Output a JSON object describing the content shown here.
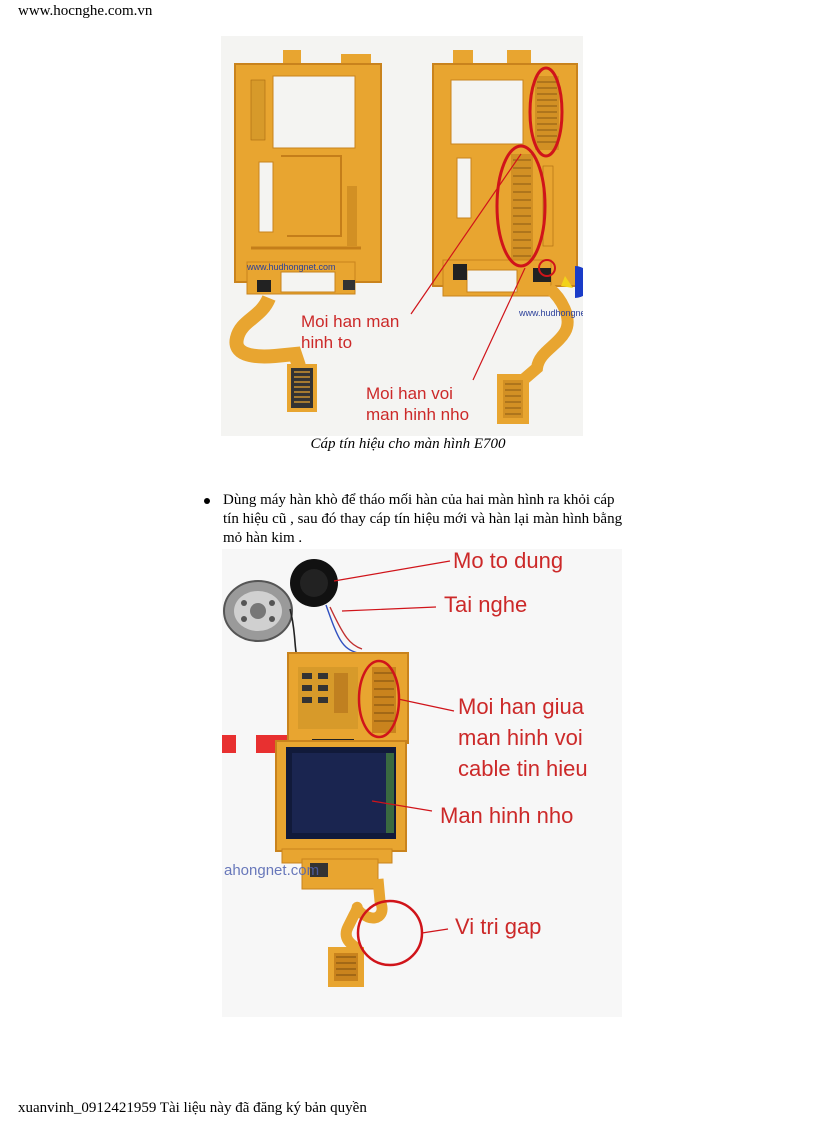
{
  "header": {
    "url": "www.hocnghe.com.vn"
  },
  "figure1": {
    "labels": {
      "label_a_line1": "Moi han man",
      "label_a_line2": "hinh to",
      "label_b_line1": "Moi han voi",
      "label_b_line2": "man hinh nho"
    },
    "watermark": "www.hudhongnet.com",
    "caption": "Cáp tín hiệu cho màn hình E700"
  },
  "bullet_text": "Dùng máy hàn khò để tháo mối hàn của hai màn hình ra khỏi cáp tín hiệu cũ , sau đó thay cáp tín hiệu mới và hàn lại màn hình bằng mỏ hàn kim .",
  "figure2": {
    "labels": {
      "mo_to_dung": "Mo to dung",
      "tai_nghe": "Tai nghe",
      "moi_han_line1": "Moi han giua",
      "moi_han_line2": "man hinh voi",
      "moi_han_line3": "cable tin hieu",
      "man_hinh_nho": "Man hinh nho",
      "vi_tri_gap": "Vi tri gap"
    },
    "watermark": "ahongnet.com"
  },
  "footer": {
    "text": "xuanvinh_0912421959 Tài liệu này đã đăng ký bản quyền"
  },
  "colors": {
    "pcb": "#e8a530",
    "pcb_dark": "#c9831d",
    "annotation": "#cc2929",
    "lcd": "#111a3a"
  }
}
